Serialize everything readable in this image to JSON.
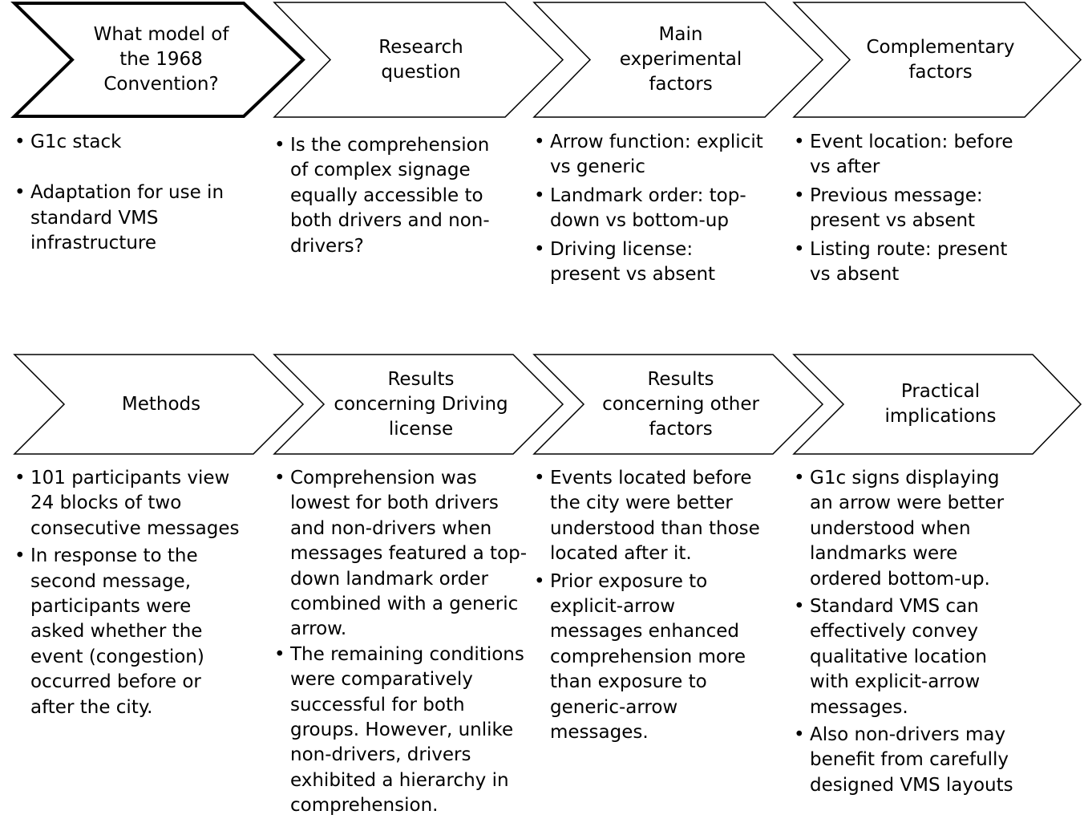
{
  "rows": [
    {
      "steps": [
        {
          "title": "What model of\nthe 1968\nConvention?",
          "bullets": [
            "G1c stack",
            "Adaptation for use in standard VMS infrastructure"
          ]
        },
        {
          "title": "Research\nquestion",
          "bullets": [
            "Is the comprehension of complex signage equally accessible to both drivers and non-drivers?"
          ]
        },
        {
          "title": "Main\nexperimental\nfactors",
          "bullets": [
            "Arrow function: explicit vs generic",
            "Landmark order: top-down vs bottom-up",
            "Driving license: present vs absent"
          ]
        },
        {
          "title": "Complementary\nfactors",
          "bullets": [
            "Event location: before vs after",
            "Previous message: present vs absent",
            "Listing route: present vs absent"
          ]
        }
      ]
    },
    {
      "steps": [
        {
          "title": "Methods",
          "bullets": [
            "101 participants view 24 blocks of two consecutive messages",
            "In response to the second message, participants were asked whether the event (congestion) occurred before or after the city."
          ]
        },
        {
          "title": "Results\nconcerning Driving\nlicense",
          "bullets": [
            "Comprehension was lowest for both drivers and non-drivers when messages featured a top-down landmark order combined with a generic arrow.",
            "The remaining conditions were comparatively successful for both groups. However, unlike non-drivers, drivers exhibited a hierarchy in comprehension."
          ]
        },
        {
          "title": "Results\nconcerning other\nfactors",
          "bullets": [
            "Events located before the city were better understood than those located after it.",
            "Prior exposure to explicit-arrow messages enhanced comprehension more than exposure to generic-arrow messages."
          ]
        },
        {
          "title": "Practical\nimplications",
          "bullets": [
            "G1c signs displaying an arrow were better understood when landmarks were ordered bottom-up.",
            "Standard VMS can effectively convey qualitative location with explicit-arrow messages.",
            "Also non-drivers may benefit from carefully designed VMS layouts"
          ]
        }
      ]
    }
  ]
}
